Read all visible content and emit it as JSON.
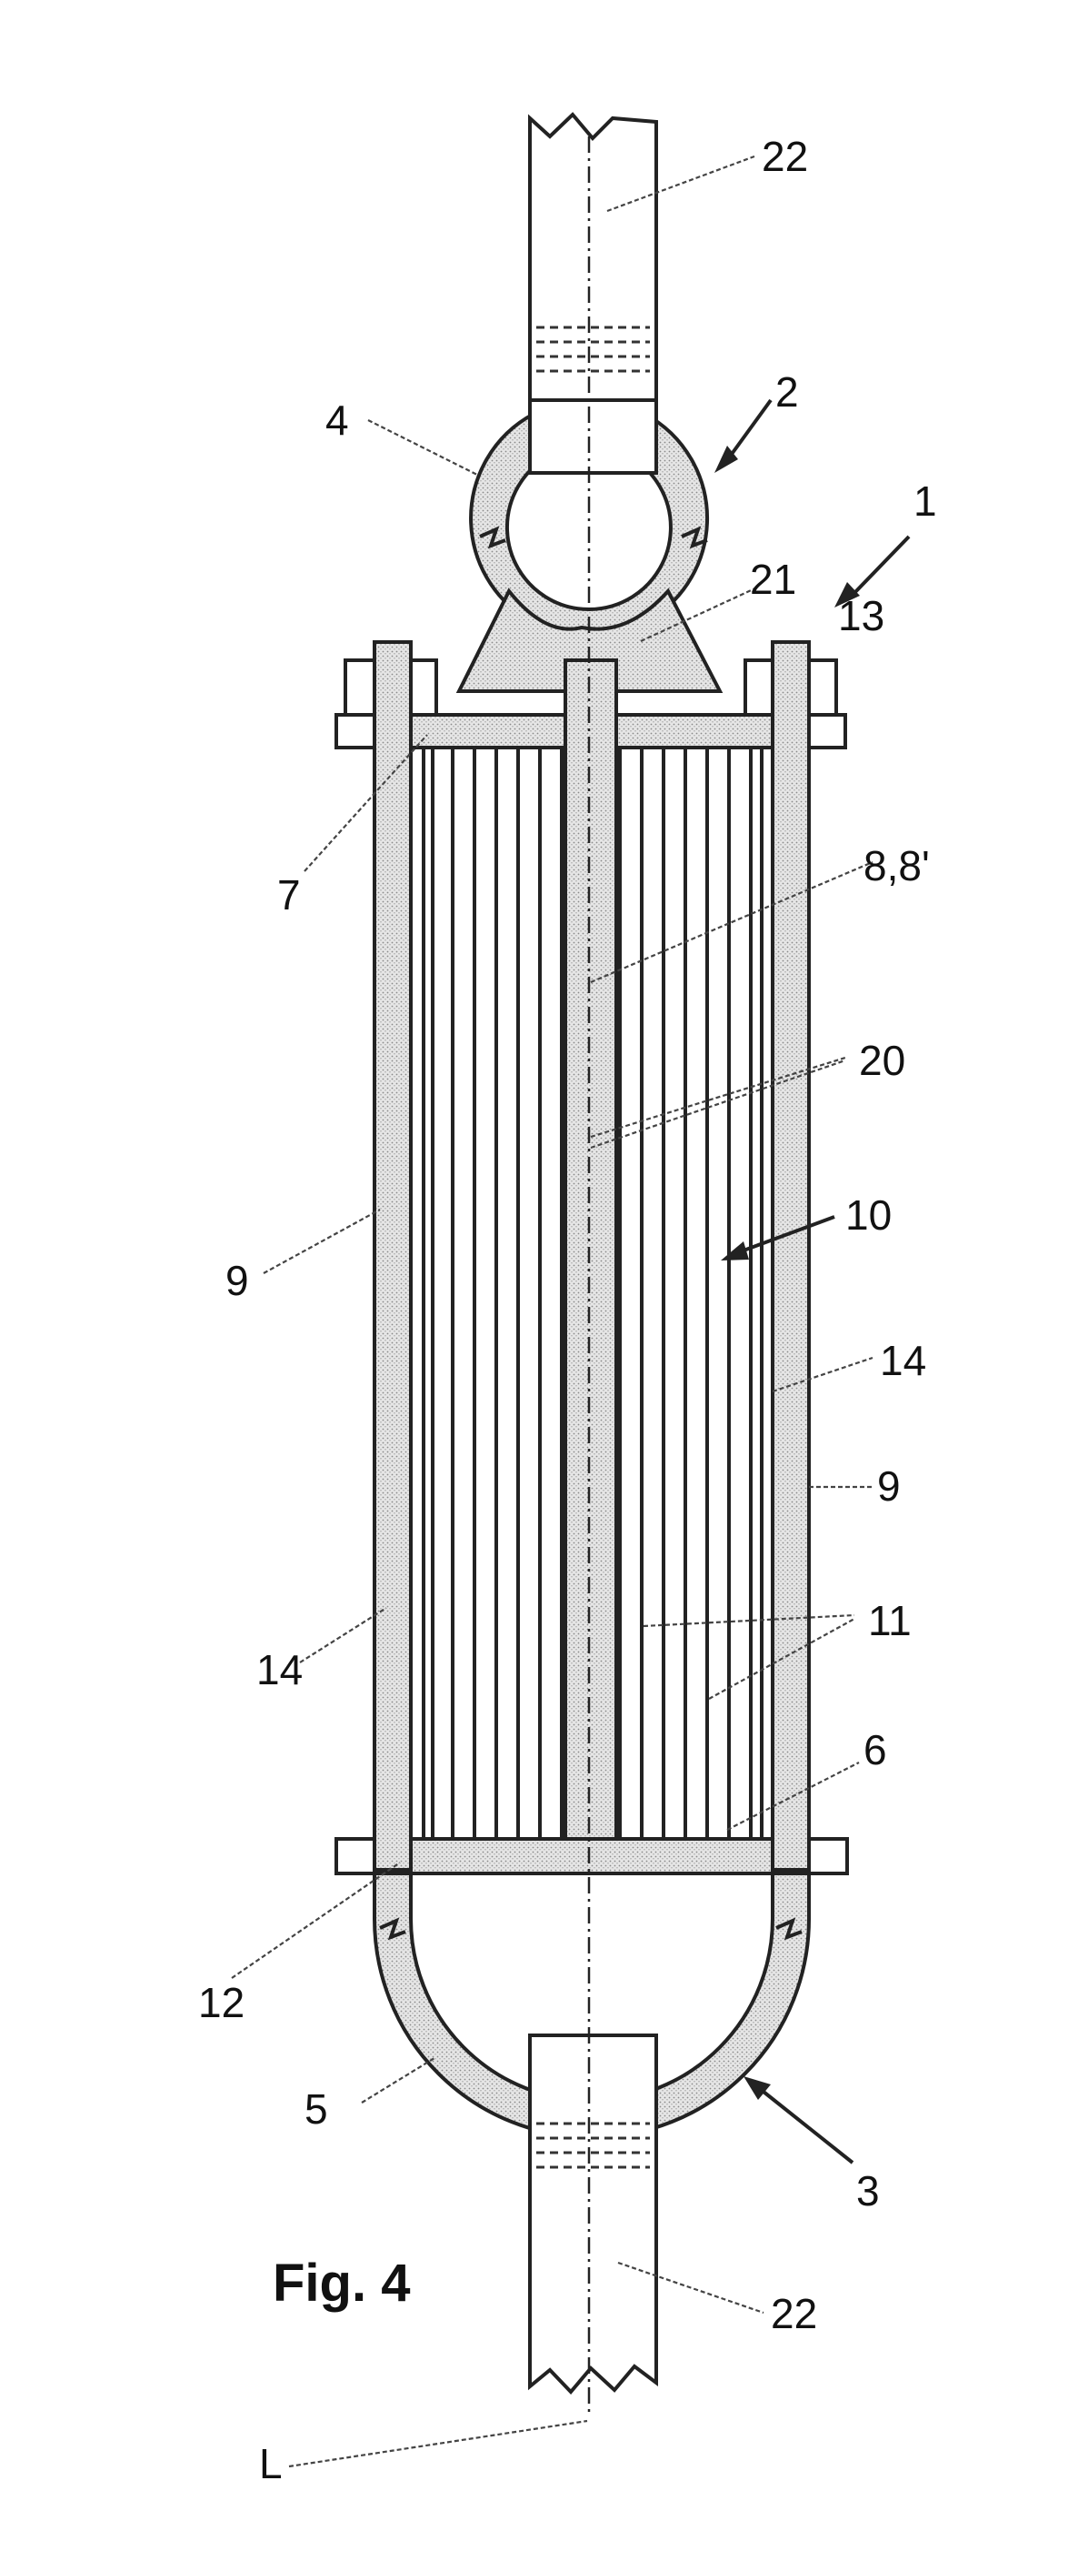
{
  "figure": {
    "caption": "Fig. 4",
    "reference_numerals": {
      "r22_top": "22",
      "r2": "2",
      "r4": "4",
      "r1": "1",
      "r21": "21",
      "r13": "13",
      "r7": "7",
      "r8": "8,8'",
      "r20": "20",
      "r10": "10",
      "r9_left": "9",
      "r14_right": "14",
      "r9_right": "9",
      "r14_left": "14",
      "r11": "11",
      "r6": "6",
      "r12": "12",
      "r5": "5",
      "r3": "3",
      "r22_bottom": "22",
      "rL": "L"
    }
  },
  "colors": {
    "line": "#222222",
    "stipple": "#bdbdbd",
    "background": "#ffffff"
  }
}
